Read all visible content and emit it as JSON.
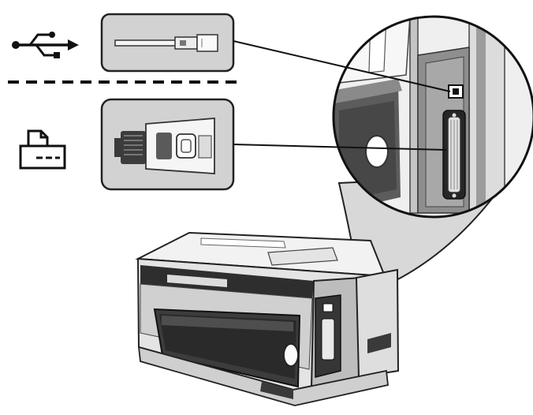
{
  "diagram": {
    "connections": [
      {
        "id": "usb",
        "icon": "usb-icon",
        "connector": "usb-cable-connector",
        "port": "usb-port"
      },
      {
        "id": "parallel",
        "icon": "printer-icon",
        "connector": "parallel-cable-connector",
        "port": "parallel-port"
      }
    ],
    "colors": {
      "line": "#111111",
      "panel_fill": "#d2d2d2",
      "panel_stroke": "#222222",
      "printer_body": "#e6e6e6",
      "printer_dark": "#2e2e2e",
      "mid_gray": "#8a8a8a"
    }
  }
}
